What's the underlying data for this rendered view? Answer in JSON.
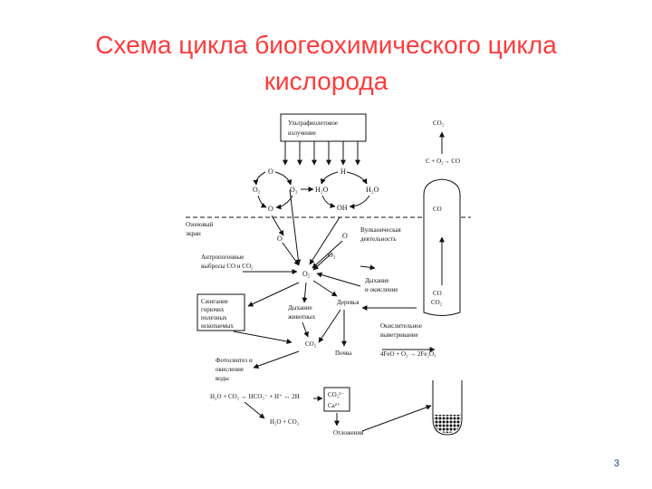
{
  "title": {
    "line1": "Схема цикла биогеохимического цикла",
    "line2": "кислорода"
  },
  "page_number": "3",
  "diagram": {
    "uv_box": {
      "line1": "Ультрафиолетовое",
      "line2": "излучение"
    },
    "top_right_co2": "CO₂",
    "c_o2_co": "C + O₂→ CO",
    "o_label": "O",
    "o2_label": "O₂",
    "o3_label": "O₃",
    "h_label": "H",
    "h2o_label": "H₂O",
    "oh_label": "OH",
    "co_label": "CO",
    "co2_label": "CO₂",
    "ozone_layer": {
      "line1": "Озоновый",
      "line2": "экран"
    },
    "anthropogenic": {
      "line1": "Антропогенные",
      "line2": "выбросы CO и CO₂"
    },
    "volcanic": {
      "line1": "Вулканическая",
      "line2": "деятельность"
    },
    "burning": {
      "line1": "Сжигание",
      "line2": "горючих",
      "line3": "полезных",
      "line4": "ископаемых"
    },
    "animal_breathing": {
      "line1": "Дыхание",
      "line2": "животных"
    },
    "trees": "Деревья",
    "weathering": {
      "line1": "Дыхание",
      "line2": "и окисление"
    },
    "soil": "Почва",
    "oxidation": {
      "line1": "Окислительное",
      "line2": "выветривание"
    },
    "iron_eq": "4FeO + O₂ → 2Fe₂O₃",
    "photosynthesis": {
      "line1": "Фотосинтез и",
      "line2": "окисление",
      "line3": "воды"
    },
    "carbonate_eq": "H₂O + CO₂ ↔ HCO₃⁻ + H⁺ ↔ 2H",
    "ca_box": {
      "line1": "CO₃²⁻",
      "line2": "Ca²⁺"
    },
    "h2o_co2_bottom": "H₂O + CO₂",
    "sediment": "Отложения"
  }
}
